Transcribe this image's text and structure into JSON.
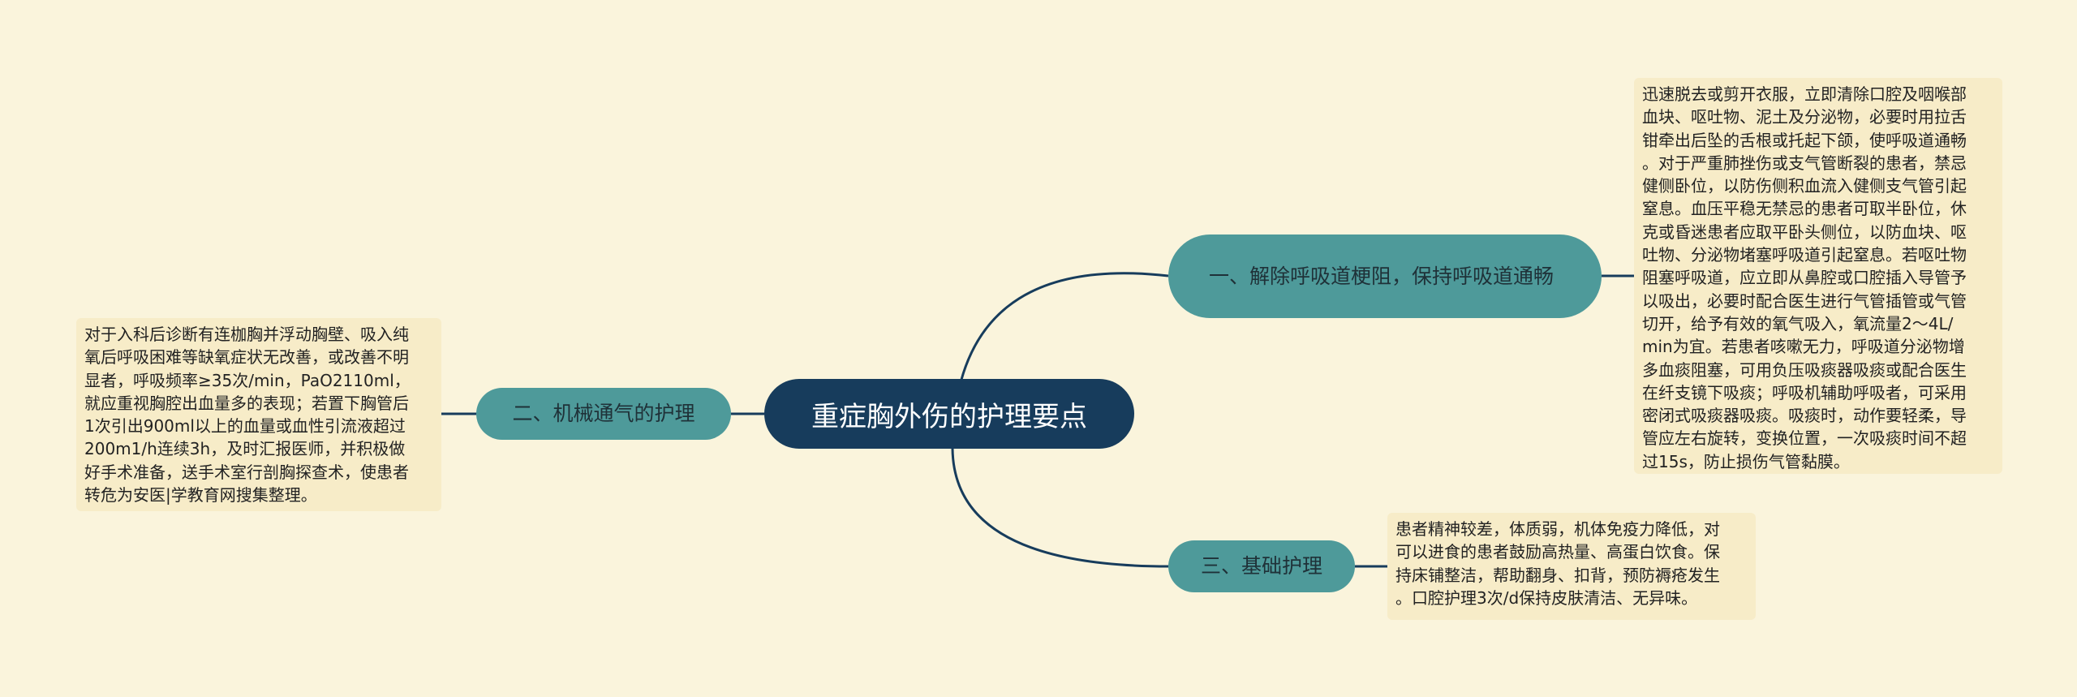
{
  "mindmap": {
    "root": {
      "label": "重症胸外伤的护理要点"
    },
    "branches": [
      {
        "label": "一、解除呼吸道梗阻，保持呼吸道通畅",
        "detail": "迅速脱去或剪开衣服，立即清除口腔及咽喉部\n血块、呕吐物、泥土及分泌物，必要时用拉舌\n钳牵出后坠的舌根或托起下颌，使呼吸道通畅\n。对于严重肺挫伤或支气管断裂的患者，禁忌\n健侧卧位，以防伤侧积血流入健侧支气管引起\n窒息。血压平稳无禁忌的患者可取半卧位，休\n克或昏迷患者应取平卧头侧位，以防血块、呕\n吐物、分泌物堵塞呼吸道引起窒息。若呕吐物\n阻塞呼吸道，应立即从鼻腔或口腔插入导管予\n以吸出，必要时配合医生进行气管插管或气管\n切开，给予有效的氧气吸入，氧流量2～4L/\nmin为宜。若患者咳嗽无力，呼吸道分泌物增\n多血痰阻塞，可用负压吸痰器吸痰或配合医生\n在纤支镜下吸痰；呼吸机辅助呼吸者，可采用\n密闭式吸痰器吸痰。吸痰时，动作要轻柔，导\n管应左右旋转，变换位置，一次吸痰时间不超\n过15s，防止损伤气管黏膜。"
      },
      {
        "label": "二、机械通气的护理",
        "detail": "对于入科后诊断有连枷胸并浮动胸壁、吸入纯\n氧后呼吸困难等缺氧症状无改善，或改善不明\n显者，呼吸频率≥35次/min，PaO2110ml，\n就应重视胸腔出血量多的表现；若置下胸管后\n1次引出900ml以上的血量或血性引流液超过\n200m1/h连续3h，及时汇报医师，并积极做\n好手术准备，送手术室行剖胸探查术，使患者\n转危为安医|学教育网搜集整理。"
      },
      {
        "label": "三、基础护理",
        "detail": "患者精神较差，体质弱，机体免疫力降低，对\n可以进食的患者鼓励高热量、高蛋白饮食。保\n持床铺整洁，帮助翻身、扣背，预防褥疮发生\n。口腔护理3次/d保持皮肤清洁、无异味。"
      }
    ]
  },
  "colors": {
    "background": "#faf4dc",
    "root_fill": "#173c5c",
    "branch_fill": "#4e9a9a",
    "leaf_fill": "#f7ecc8",
    "connector": "#173c5c"
  }
}
